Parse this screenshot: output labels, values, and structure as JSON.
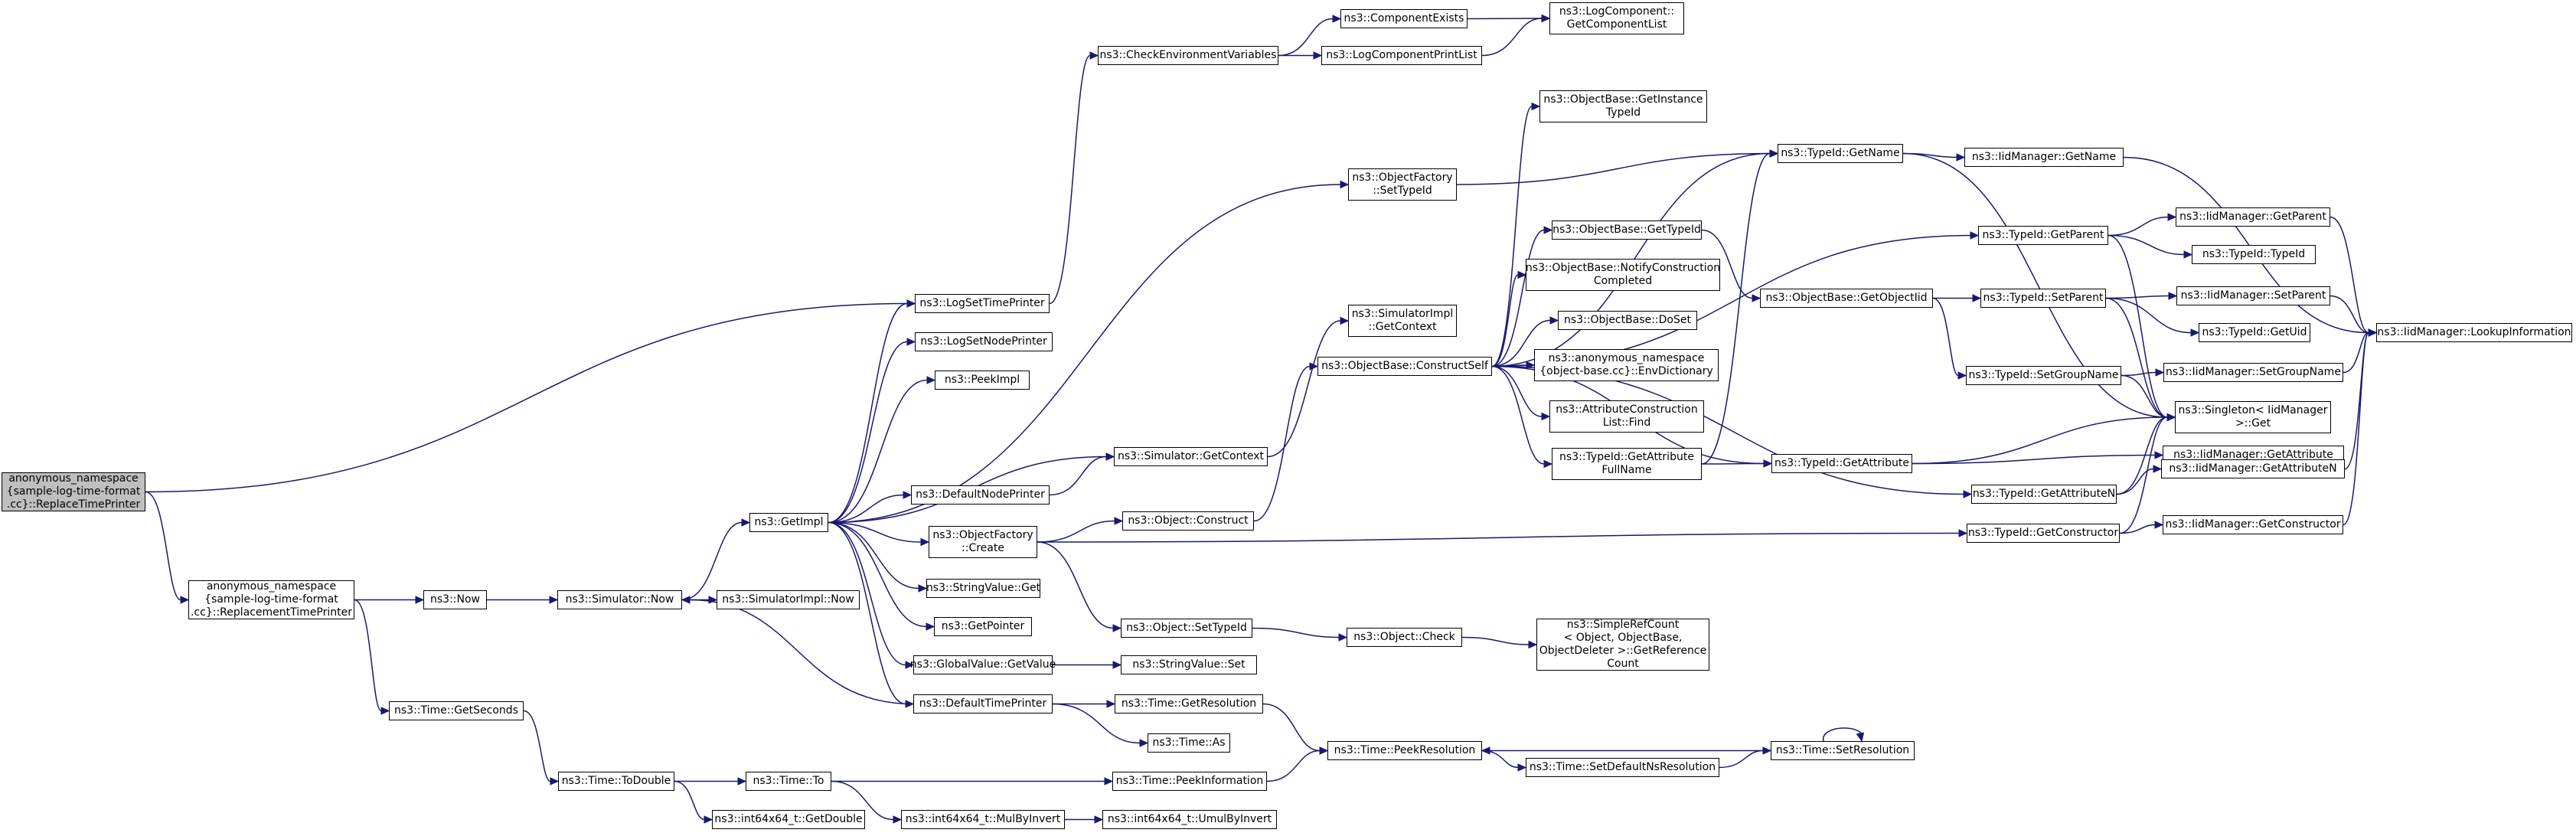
{
  "graph": {
    "title": "",
    "edge_color": "#191970",
    "root_fill": "#bfbfbf",
    "nodes": [
      {
        "id": "root",
        "label": "anonymous_namespace\n{sample-log-time-format\n.cc}::ReplaceTimePrinter",
        "root": true
      },
      {
        "id": "replacement",
        "label": "anonymous_namespace\n{sample-log-time-format\n.cc}::ReplacementTimePrinter"
      },
      {
        "id": "logsettime",
        "label": "ns3::LogSetTimePrinter"
      },
      {
        "id": "checkenv",
        "label": "ns3::CheckEnvironmentVariables"
      },
      {
        "id": "compexists",
        "label": "ns3::ComponentExists"
      },
      {
        "id": "logcomplist",
        "label": "ns3::LogComponent::\nGetComponentList"
      },
      {
        "id": "logcompprint",
        "label": "ns3::LogComponentPrintList"
      },
      {
        "id": "now",
        "label": "ns3::Now"
      },
      {
        "id": "simnow",
        "label": "ns3::Simulator::Now"
      },
      {
        "id": "simimplnow",
        "label": "ns3::SimulatorImpl::Now"
      },
      {
        "id": "getimpl",
        "label": "ns3::GetImpl"
      },
      {
        "id": "lognodeprinter",
        "label": "ns3::LogSetNodePrinter"
      },
      {
        "id": "peekimpl",
        "label": "ns3::PeekImpl"
      },
      {
        "id": "simgetcontext",
        "label": "ns3::Simulator::GetContext"
      },
      {
        "id": "defnodeprinter",
        "label": "ns3::DefaultNodePrinter"
      },
      {
        "id": "objfactcreate",
        "label": "ns3::ObjectFactory\n::Create"
      },
      {
        "id": "stringvalueget",
        "label": "ns3::StringValue::Get"
      },
      {
        "id": "getpointer",
        "label": "ns3::GetPointer"
      },
      {
        "id": "globalvalueget",
        "label": "ns3::GlobalValue::GetValue"
      },
      {
        "id": "deftimeprinter",
        "label": "ns3::DefaultTimePrinter"
      },
      {
        "id": "timegetseconds",
        "label": "ns3::Time::GetSeconds"
      },
      {
        "id": "timetodouble",
        "label": "ns3::Time::ToDouble"
      },
      {
        "id": "timeto",
        "label": "ns3::Time::To"
      },
      {
        "id": "getdouble",
        "label": "ns3::int64x64_t::GetDouble"
      },
      {
        "id": "mulbyinvert",
        "label": "ns3::int64x64_t::MulByInvert"
      },
      {
        "id": "umulbyinvert",
        "label": "ns3::int64x64_t::UmulByInvert"
      },
      {
        "id": "timepeekinfo",
        "label": "ns3::Time::PeekInformation"
      },
      {
        "id": "timegetres",
        "label": "ns3::Time::GetResolution"
      },
      {
        "id": "timeas",
        "label": "ns3::Time::As"
      },
      {
        "id": "timepeekres",
        "label": "ns3::Time::PeekResolution"
      },
      {
        "id": "setdefaultns",
        "label": "ns3::Time::SetDefaultNsResolution"
      },
      {
        "id": "setres",
        "label": "ns3::Time::SetResolution"
      },
      {
        "id": "stringvalueset",
        "label": "ns3::StringValue::Set"
      },
      {
        "id": "objfactsettypeid",
        "label": "ns3::ObjectFactory\n::SetTypeId"
      },
      {
        "id": "simimplgetcontext",
        "label": "ns3::SimulatorImpl\n::GetContext"
      },
      {
        "id": "objconstruct",
        "label": "ns3::Object::Construct"
      },
      {
        "id": "objsettypeid",
        "label": "ns3::Object::SetTypeId"
      },
      {
        "id": "objcheck",
        "label": "ns3::Object::Check"
      },
      {
        "id": "simplerefcount",
        "label": "ns3::SimpleRefCount\n< Object, ObjectBase,\nObjectDeleter >::GetReference\nCount"
      },
      {
        "id": "constructself",
        "label": "ns3::ObjectBase::ConstructSelf"
      },
      {
        "id": "getinstancetypeid",
        "label": "ns3::ObjectBase::GetInstance\nTypeId"
      },
      {
        "id": "objbasegettypeid",
        "label": "ns3::ObjectBase::GetTypeId"
      },
      {
        "id": "notifyconstruction",
        "label": "ns3::ObjectBase::NotifyConstruction\nCompleted"
      },
      {
        "id": "doset",
        "label": "ns3::ObjectBase::DoSet"
      },
      {
        "id": "envdictionary",
        "label": "ns3::anonymous_namespace\n{object-base.cc}::EnvDictionary"
      },
      {
        "id": "attrconstruction",
        "label": "ns3::AttributeConstruction\nList::Find"
      },
      {
        "id": "getattrfullname",
        "label": "ns3::TypeId::GetAttribute\nFullName"
      },
      {
        "id": "typeidgetname",
        "label": "ns3::TypeId::GetName"
      },
      {
        "id": "iidgetname",
        "label": "ns3::IidManager::GetName"
      },
      {
        "id": "typeidgetparent",
        "label": "ns3::TypeId::GetParent"
      },
      {
        "id": "iidgetparent",
        "label": "ns3::IidManager::GetParent"
      },
      {
        "id": "typeidtypeid",
        "label": "ns3::TypeId::TypeId"
      },
      {
        "id": "getobjectiid",
        "label": "ns3::ObjectBase::GetObjectIid"
      },
      {
        "id": "typeidsetparent",
        "label": "ns3::TypeId::SetParent"
      },
      {
        "id": "iidsetparent",
        "label": "ns3::IidManager::SetParent"
      },
      {
        "id": "typeidgetuid",
        "label": "ns3::TypeId::GetUid"
      },
      {
        "id": "typeidsetgroupname",
        "label": "ns3::TypeId::SetGroupName"
      },
      {
        "id": "iidsetgroupname",
        "label": "ns3::IidManager::SetGroupName"
      },
      {
        "id": "singletonget",
        "label": "ns3::Singleton< IidManager\n>::Get"
      },
      {
        "id": "lookupinfo",
        "label": "ns3::IidManager::LookupInformation"
      },
      {
        "id": "typeidgetattribute",
        "label": "ns3::TypeId::GetAttribute"
      },
      {
        "id": "iidgetattribute",
        "label": "ns3::IidManager::GetAttribute"
      },
      {
        "id": "typeidgetattributen",
        "label": "ns3::TypeId::GetAttributeN"
      },
      {
        "id": "iidgetattributen",
        "label": "ns3::IidManager::GetAttributeN"
      },
      {
        "id": "typeidgetconstructor",
        "label": "ns3::TypeId::GetConstructor"
      },
      {
        "id": "iidgetconstructor",
        "label": "ns3::IidManager::GetConstructor"
      }
    ],
    "edges": [
      [
        "root",
        "logsettime"
      ],
      [
        "root",
        "replacement"
      ],
      [
        "replacement",
        "now"
      ],
      [
        "replacement",
        "timegetseconds"
      ],
      [
        "logsettime",
        "checkenv"
      ],
      [
        "checkenv",
        "compexists"
      ],
      [
        "checkenv",
        "logcompprint"
      ],
      [
        "compexists",
        "logcomplist"
      ],
      [
        "logcompprint",
        "logcomplist"
      ],
      [
        "now",
        "simnow"
      ],
      [
        "simnow",
        "simimplnow"
      ],
      [
        "simnow",
        "getimpl"
      ],
      [
        "getimpl",
        "logsettime"
      ],
      [
        "getimpl",
        "lognodeprinter"
      ],
      [
        "getimpl",
        "peekimpl"
      ],
      [
        "getimpl",
        "objfactsettypeid"
      ],
      [
        "getimpl",
        "simgetcontext"
      ],
      [
        "getimpl",
        "defnodeprinter"
      ],
      [
        "getimpl",
        "objfactcreate"
      ],
      [
        "getimpl",
        "stringvalueget"
      ],
      [
        "getimpl",
        "getpointer"
      ],
      [
        "getimpl",
        "globalvalueget"
      ],
      [
        "getimpl",
        "deftimeprinter"
      ],
      [
        "deftimeprinter",
        "simnow"
      ],
      [
        "deftimeprinter",
        "timegetres"
      ],
      [
        "deftimeprinter",
        "timeas"
      ],
      [
        "defnodeprinter",
        "simgetcontext"
      ],
      [
        "simgetcontext",
        "simimplgetcontext"
      ],
      [
        "objfactcreate",
        "objconstruct"
      ],
      [
        "objfactcreate",
        "objsettypeid"
      ],
      [
        "objfactcreate",
        "typeidgetconstructor"
      ],
      [
        "globalvalueget",
        "stringvalueset"
      ],
      [
        "objconstruct",
        "constructself"
      ],
      [
        "objsettypeid",
        "objcheck"
      ],
      [
        "objcheck",
        "simplerefcount"
      ],
      [
        "objfactsettypeid",
        "typeidgetname"
      ],
      [
        "constructself",
        "getinstancetypeid"
      ],
      [
        "constructself",
        "typeidgetname"
      ],
      [
        "constructself",
        "typeidgetparent"
      ],
      [
        "constructself",
        "objbasegettypeid"
      ],
      [
        "constructself",
        "notifyconstruction"
      ],
      [
        "constructself",
        "doset"
      ],
      [
        "constructself",
        "envdictionary"
      ],
      [
        "constructself",
        "attrconstruction"
      ],
      [
        "constructself",
        "getattrfullname"
      ],
      [
        "constructself",
        "typeidgetattribute"
      ],
      [
        "constructself",
        "typeidgetattributen"
      ],
      [
        "objbasegettypeid",
        "getobjectiid"
      ],
      [
        "getobjectiid",
        "typeidsetparent"
      ],
      [
        "getobjectiid",
        "typeidsetgroupname"
      ],
      [
        "getattrfullname",
        "typeidgetname"
      ],
      [
        "getattrfullname",
        "typeidgetattribute"
      ],
      [
        "typeidgetname",
        "iidgetname"
      ],
      [
        "typeidgetname",
        "singletonget"
      ],
      [
        "iidgetname",
        "lookupinfo"
      ],
      [
        "typeidgetparent",
        "iidgetparent"
      ],
      [
        "typeidgetparent",
        "typeidtypeid"
      ],
      [
        "typeidgetparent",
        "singletonget"
      ],
      [
        "iidgetparent",
        "lookupinfo"
      ],
      [
        "typeidsetparent",
        "iidsetparent"
      ],
      [
        "typeidsetparent",
        "typeidgetuid"
      ],
      [
        "typeidsetparent",
        "singletonget"
      ],
      [
        "iidsetparent",
        "lookupinfo"
      ],
      [
        "typeidsetgroupname",
        "iidsetgroupname"
      ],
      [
        "typeidsetgroupname",
        "singletonget"
      ],
      [
        "iidsetgroupname",
        "lookupinfo"
      ],
      [
        "typeidgetattribute",
        "iidgetattribute"
      ],
      [
        "typeidgetattribute",
        "singletonget"
      ],
      [
        "typeidgetattributen",
        "iidgetattributen"
      ],
      [
        "typeidgetattributen",
        "singletonget"
      ],
      [
        "iidgetattributen",
        "lookupinfo"
      ],
      [
        "typeidgetconstructor",
        "iidgetconstructor"
      ],
      [
        "typeidgetconstructor",
        "singletonget"
      ],
      [
        "iidgetconstructor",
        "lookupinfo"
      ],
      [
        "timegetseconds",
        "timetodouble"
      ],
      [
        "timetodouble",
        "timeto"
      ],
      [
        "timetodouble",
        "getdouble"
      ],
      [
        "timeto",
        "timepeekinfo"
      ],
      [
        "timeto",
        "mulbyinvert"
      ],
      [
        "mulbyinvert",
        "umulbyinvert"
      ],
      [
        "timepeekinfo",
        "timepeekres"
      ],
      [
        "timegetres",
        "timepeekres"
      ],
      [
        "timepeekres",
        "setdefaultns"
      ],
      [
        "setdefaultns",
        "setres"
      ],
      [
        "setres",
        "timepeekres"
      ],
      [
        "setres",
        "setres"
      ]
    ]
  }
}
